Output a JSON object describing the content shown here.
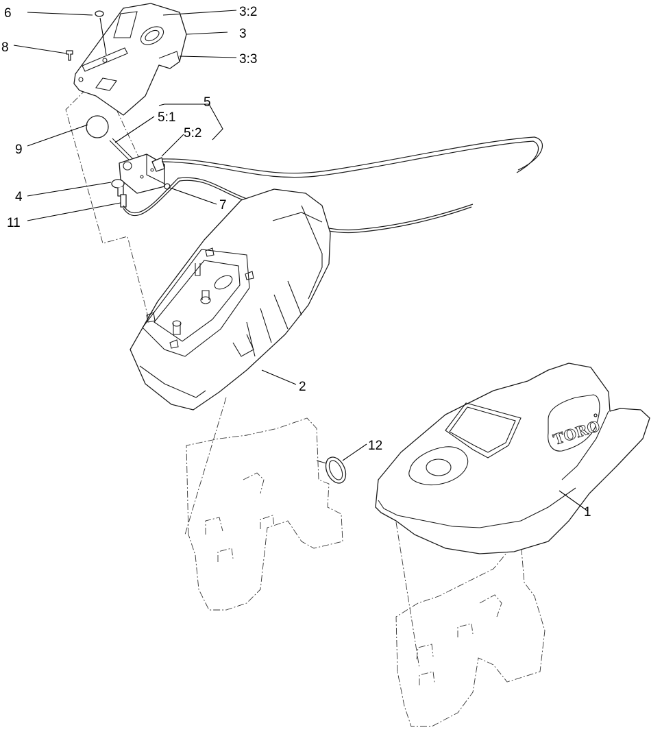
{
  "diagram": {
    "callouts": [
      {
        "id": "c6",
        "label": "6"
      },
      {
        "id": "c3_2",
        "label": "3:2"
      },
      {
        "id": "c3",
        "label": "3"
      },
      {
        "id": "c8",
        "label": "8"
      },
      {
        "id": "c3_3",
        "label": "3:3"
      },
      {
        "id": "c5",
        "label": "5"
      },
      {
        "id": "c5_1",
        "label": "5:1"
      },
      {
        "id": "c5_2",
        "label": "5:2"
      },
      {
        "id": "c9",
        "label": "9"
      },
      {
        "id": "c4",
        "label": "4"
      },
      {
        "id": "c7",
        "label": "7"
      },
      {
        "id": "c11",
        "label": "11"
      },
      {
        "id": "c2",
        "label": "2"
      },
      {
        "id": "c12",
        "label": "12"
      },
      {
        "id": "c1",
        "label": "1"
      }
    ],
    "logo": {
      "brand_text": "TORO"
    }
  }
}
